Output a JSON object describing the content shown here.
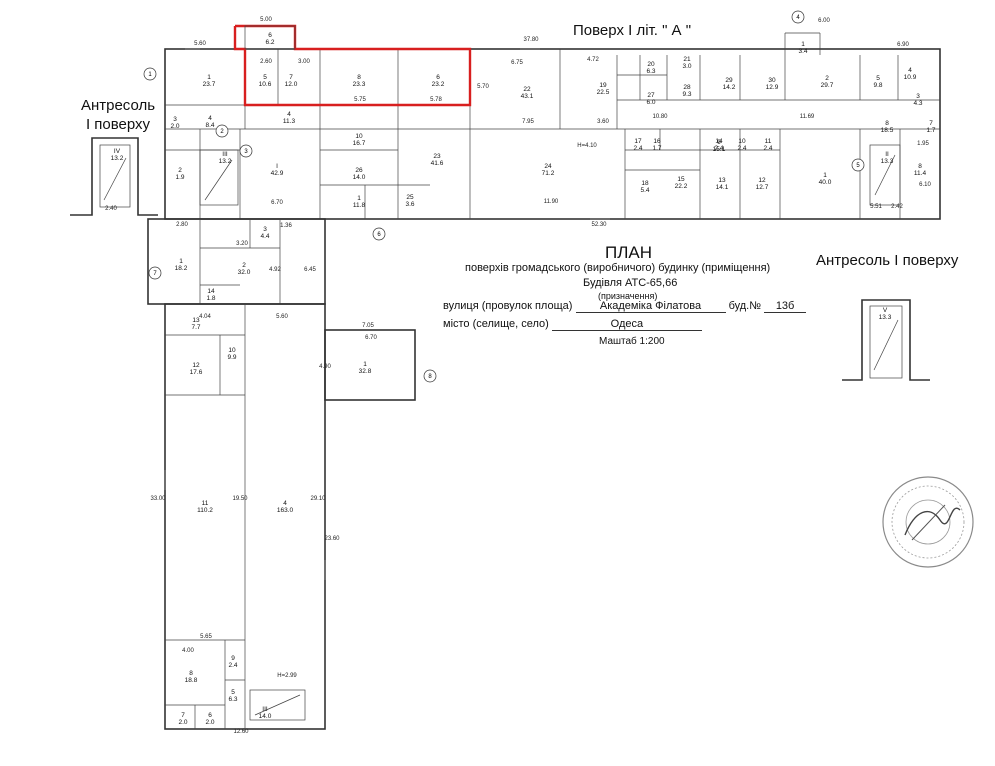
{
  "header": {
    "floor_title": "Поверх І літ. \" А \"",
    "mezz_left_line1": "Антресоль",
    "mezz_left_line2": "І поверху",
    "mezz_right": "Антресоль І поверху"
  },
  "title_block": {
    "plan": "ПЛАН",
    "subtitle": "поверхів громадського (виробничого) будинку (приміщення)",
    "building": "Будівля АТС-65,66",
    "purpose_note": "(призначення)",
    "street_label": "вулиця (провулок площа)",
    "street_value": "Академіка Філатова",
    "building_no_label": "буд.№",
    "building_no_value": "13б",
    "city_label": "місто (селище, село)",
    "city_value": "Одеса",
    "scale": "Маштаб 1:200"
  },
  "axis_marks": [
    "1",
    "2",
    "3",
    "4",
    "5",
    "6",
    "7",
    "8"
  ],
  "rooms": [
    {
      "n": "6",
      "a": "6.2"
    },
    {
      "n": "1",
      "a": "23.7"
    },
    {
      "n": "5",
      "a": "10.6"
    },
    {
      "n": "7",
      "a": "12.0"
    },
    {
      "n": "8",
      "a": "23.3"
    },
    {
      "n": "6",
      "a": "23.2"
    },
    {
      "n": "22",
      "a": "43.1"
    },
    {
      "n": "19",
      "a": "22.5"
    },
    {
      "n": "20",
      "a": "6.3"
    },
    {
      "n": "21",
      "a": "3.0"
    },
    {
      "n": "27",
      "a": "6.0"
    },
    {
      "n": "28",
      "a": "9.3"
    },
    {
      "n": "29",
      "a": "14.2"
    },
    {
      "n": "30",
      "a": "12.9"
    },
    {
      "n": "1",
      "a": "3.4"
    },
    {
      "n": "2",
      "a": "29.7"
    },
    {
      "n": "5",
      "a": "9.8"
    },
    {
      "n": "4",
      "a": "10.9"
    },
    {
      "n": "3",
      "a": "4.3"
    },
    {
      "n": "4",
      "a": "11.3"
    },
    {
      "n": "3",
      "a": "2.0"
    },
    {
      "n": "4",
      "a": "8.4"
    },
    {
      "n": "10",
      "a": "16.7"
    },
    {
      "n": "23",
      "a": "41.6"
    },
    {
      "n": "24",
      "a": "71.2"
    },
    {
      "n": "9",
      "a": "15.1"
    },
    {
      "n": "18",
      "a": "5.4"
    },
    {
      "n": "15",
      "a": "22.2"
    },
    {
      "n": "17",
      "a": "2.4"
    },
    {
      "n": "16",
      "a": "1.7"
    },
    {
      "n": "14",
      "a": "2.4"
    },
    {
      "n": "10",
      "a": "2.4"
    },
    {
      "n": "11",
      "a": "2.4"
    },
    {
      "n": "13",
      "a": "14.1"
    },
    {
      "n": "12",
      "a": "12.7"
    },
    {
      "n": "1",
      "a": "40.0"
    },
    {
      "n": "8",
      "a": "18.5"
    },
    {
      "n": "7",
      "a": "1.7"
    },
    {
      "n": "II",
      "a": "13.3"
    },
    {
      "n": "8",
      "a": "11.4"
    },
    {
      "n": "I",
      "a": "42.9"
    },
    {
      "n": "26",
      "a": "14.0"
    },
    {
      "n": "1",
      "a": "11.8"
    },
    {
      "n": "25",
      "a": "3.6"
    },
    {
      "n": "2",
      "a": "1.9"
    },
    {
      "n": "III",
      "a": "13.2"
    },
    {
      "n": "IV",
      "a": "13.2"
    },
    {
      "n": "3",
      "a": "4.4"
    },
    {
      "n": "1",
      "a": "18.2"
    },
    {
      "n": "2",
      "a": "32.0"
    },
    {
      "n": "14",
      "a": "1.8"
    },
    {
      "n": "13",
      "a": "7.7"
    },
    {
      "n": "10",
      "a": "9.9"
    },
    {
      "n": "12",
      "a": "17.6"
    },
    {
      "n": "1",
      "a": "32.8"
    },
    {
      "n": "11",
      "a": "110.2"
    },
    {
      "n": "4",
      "a": "163.0"
    },
    {
      "n": "8",
      "a": "18.8"
    },
    {
      "n": "9",
      "a": "2.4"
    },
    {
      "n": "5",
      "a": "6.3"
    },
    {
      "n": "7",
      "a": "2.0"
    },
    {
      "n": "6",
      "a": "2.0"
    },
    {
      "n": "III",
      "a": "14.0"
    },
    {
      "n": "V",
      "a": "13.3"
    }
  ],
  "dims": [
    "5.00",
    "5.60",
    "37.80",
    "6.00",
    "6.90",
    "2.60",
    "3.00",
    "5.75",
    "5.78",
    "6.75",
    "4.72",
    "5.70",
    "7.95",
    "3.60",
    "10.80",
    "11.69",
    "H=4.10",
    "11.90",
    "52.30",
    "6.70",
    "2.80",
    "3.20",
    "1.36",
    "6.45",
    "4.92",
    "4.04",
    "5.60",
    "7.05",
    "6.70",
    "4.90",
    "33.00",
    "19.50",
    "29.10",
    "23.60",
    "5.65",
    "4.00",
    "H=2.99",
    "12.60",
    "2.40",
    "2.42",
    "1.95",
    "5.51",
    "6.10"
  ]
}
